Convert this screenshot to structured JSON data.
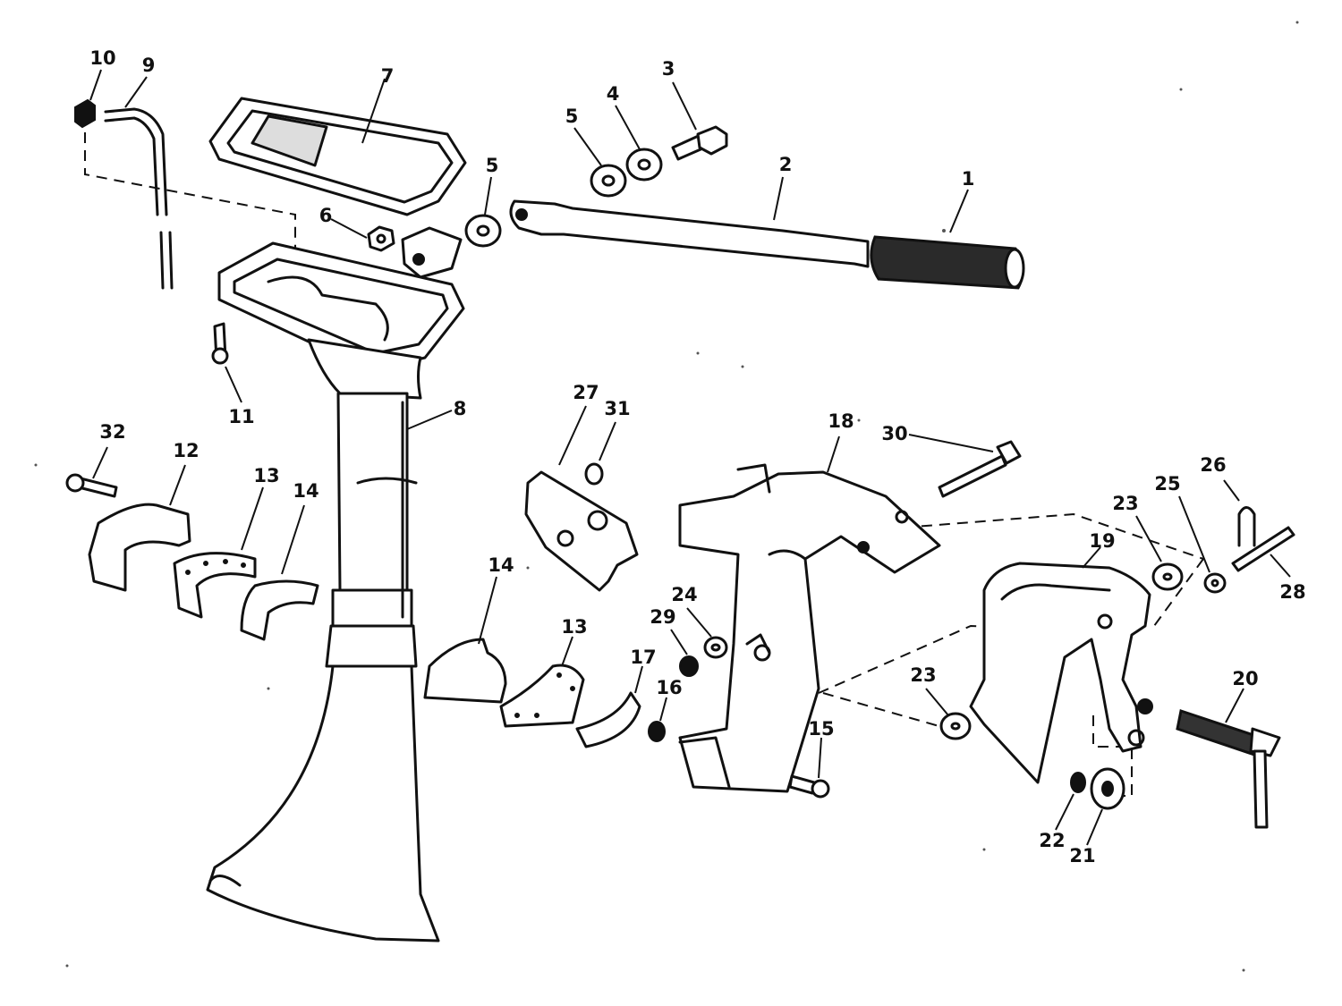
{
  "diagram": {
    "callouts": [
      "10",
      "9",
      "7",
      "3",
      "4",
      "5",
      "5",
      "2",
      "1",
      "6",
      "11",
      "8",
      "32",
      "12",
      "13",
      "14",
      "27",
      "31",
      "18",
      "30",
      "26",
      "23",
      "25",
      "19",
      "28",
      "14",
      "24",
      "29",
      "13",
      "17",
      "16",
      "23",
      "15",
      "20",
      "22",
      "21"
    ]
  }
}
